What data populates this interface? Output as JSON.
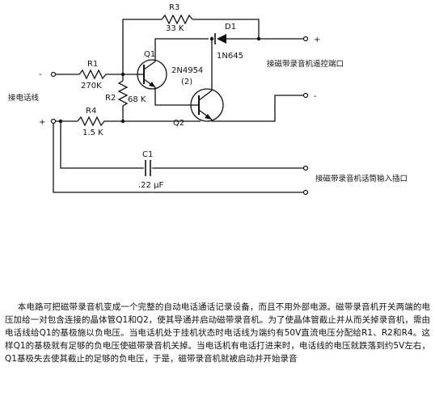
{
  "components": {
    "r3": {
      "ref": "R3",
      "value": "33 K"
    },
    "r1": {
      "ref": "R1",
      "value": "270K"
    },
    "r2": {
      "ref": "R2",
      "value": "68 K"
    },
    "r4": {
      "ref": "R4",
      "value": "1.5 K"
    },
    "c1": {
      "ref": "C1",
      "value": ".22 µF"
    },
    "d1": {
      "ref": "D1",
      "value": "1N645"
    },
    "q1": {
      "ref": "Q1",
      "part": "2N4954",
      "note": "(2)"
    },
    "q2": {
      "ref": "Q2"
    }
  },
  "terminals": {
    "line_minus": "-",
    "line_plus": "+",
    "out_plus": "+",
    "out_minus": "-"
  },
  "labels": {
    "phone_line": "接电话线",
    "recorder_remote": "接磁带录音机遥控端口",
    "recorder_audio_in": "接磁带录音机话筒输入插口"
  },
  "description": "本电路可把磁带录音机变成一个完整的自动电话通话记录设备，而且不用外部电源。磁带录音机开关两端的电压加给一对包含连接的晶体管Q1和Q2，使其导通并启动磁带录音机。为了使晶体管截止并从而关掉录音机，需由电话线给Q1的基极施以负电压。当电话机处于挂机状态时电话线为端约有50V直流电压分配给R1、R2和R4。这样Q1的基极就有足够的负电压使磁带录音机关掉。当电话机有电话打进来时，电话线的电压就跌落到约5V左右，Q1基极失去使其截止的足够的负电压，于是，磁带录音机就被启动并开始录音"
}
